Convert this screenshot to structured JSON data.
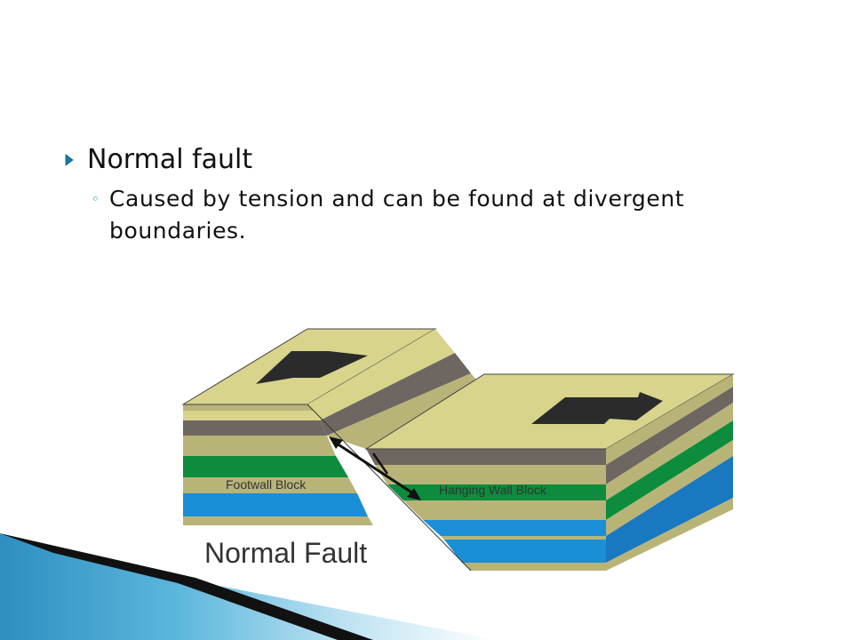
{
  "slide": {
    "bullets": [
      {
        "level": 1,
        "text": "Normal fault",
        "sub": [
          {
            "level": 2,
            "text": "Caused by tension and can be found at divergent boundaries."
          }
        ]
      }
    ]
  },
  "diagram": {
    "title": "Normal Fault",
    "labels": {
      "footwall": "Footwall Block",
      "hanging_wall": "Hanging Wall Block"
    }
  },
  "colors": {
    "bullet_accent": "#0e7ea8",
    "layer_khaki": "#d8d48c",
    "layer_khaki_dark": "#b8b478",
    "layer_brown": "#6e6660",
    "layer_green": "#0c8c3c",
    "layer_blue": "#1a8fd8",
    "swoosh_blue": "#4aa8d4"
  },
  "icons": {
    "level1_bullet": "triangle-right-icon",
    "level2_bullet": "ring-icon"
  }
}
